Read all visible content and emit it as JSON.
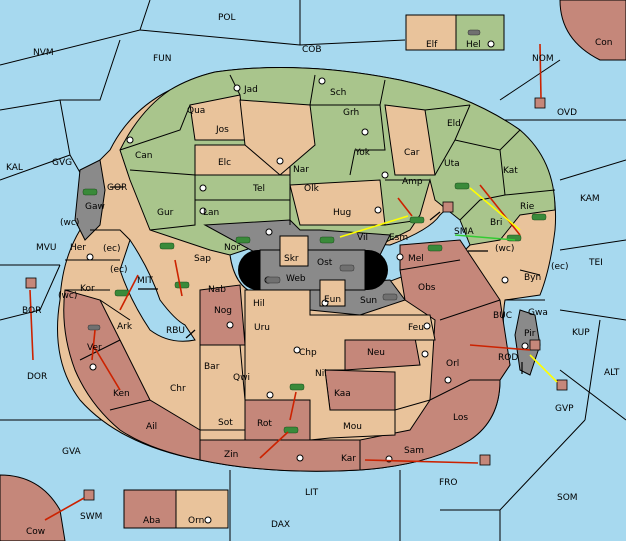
{
  "map": {
    "colors": {
      "sea": "#a7d9ef",
      "neutral": "#e9c39b",
      "green_power": "#a9c58c",
      "red_power": "#c5877a",
      "grey_power": "#8a8a8a",
      "move_order": "#cc2200",
      "support_order": "#ffff00",
      "convoy_order": "#33cc33"
    },
    "provinces": {
      "POL": "POL",
      "NVM": "NVM",
      "FUN": "FUN",
      "COB": "COB",
      "Elf": "Elf",
      "Hel": "Hel",
      "Con": "Con",
      "NOM": "NOM",
      "OVD": "OVD",
      "KAL": "KAL",
      "GVG": "GVG",
      "Jad": "Jad",
      "Sch": "Sch",
      "Qua": "Qua",
      "Jos": "Jos",
      "Grh": "Grh",
      "Eld": "Eld",
      "Can": "Can",
      "Elc": "Elc",
      "Nar": "Nar",
      "Yok": "Yok",
      "Car": "Car",
      "Uta": "Uta",
      "Kat": "Kat",
      "KAM": "KAM",
      "GOR": "GOR",
      "Gaw": "Gaw",
      "Tel": "Tel",
      "Olk": "Olk",
      "Amp": "Amp",
      "Rie": "Rie",
      "Gur": "Gur",
      "Lan": "Lan",
      "Hug": "Hug",
      "SMA": "SMA",
      "Bri": "Bri",
      "wc1": "(wc)",
      "wc2": "(wc)",
      "wc3": "(wc)",
      "ec1": "(ec)",
      "ec2": "(ec)",
      "ec3": "(ec)",
      "MVU": "MVU",
      "Her": "Her",
      "Nor": "Nor",
      "Skr": "Skr",
      "Vil": "Vil",
      "Esm": "Esm",
      "Byn": "Byn",
      "TEI": "TEI",
      "Sap": "Sap",
      "Ost": "Ost",
      "Web": "Web",
      "Mel": "Mel",
      "Kor": "Kor",
      "MIT": "MIT",
      "Nab": "Nab",
      "Eun": "Eun",
      "Obs": "Obs",
      "BOR": "BOR",
      "Hil": "Hil",
      "Sun": "Sun",
      "Gwa": "Gwa",
      "BUC": "BUC",
      "KUP": "KUP",
      "Ark": "Ark",
      "RBU": "RBU",
      "Nog": "Nog",
      "Uru": "Uru",
      "Feu": "Feu",
      "Pir": "Pir",
      "Ver": "Ver",
      "Chp": "Chp",
      "Neu": "Neu",
      "Orl": "Orl",
      "ROD": "ROD",
      "DOR": "DOR",
      "Bar": "Bar",
      "Qwi": "Qwi",
      "Nil": "Nil",
      "ALT": "ALT",
      "Ken": "Ken",
      "Chr": "Chr",
      "Kaa": "Kaa",
      "GVP": "GVP",
      "Sot": "Sot",
      "Los": "Los",
      "Ail": "Ail",
      "Rot": "Rot",
      "Mou": "Mou",
      "GVA": "GVA",
      "Zin": "Zin",
      "Kar": "Kar",
      "Sam": "Sam",
      "FRO": "FRO",
      "LIT": "LIT",
      "SOM": "SOM",
      "SWM": "SWM",
      "Cow": "Cow",
      "Aba": "Aba",
      "Orn": "Orn",
      "DAX": "DAX"
    }
  }
}
